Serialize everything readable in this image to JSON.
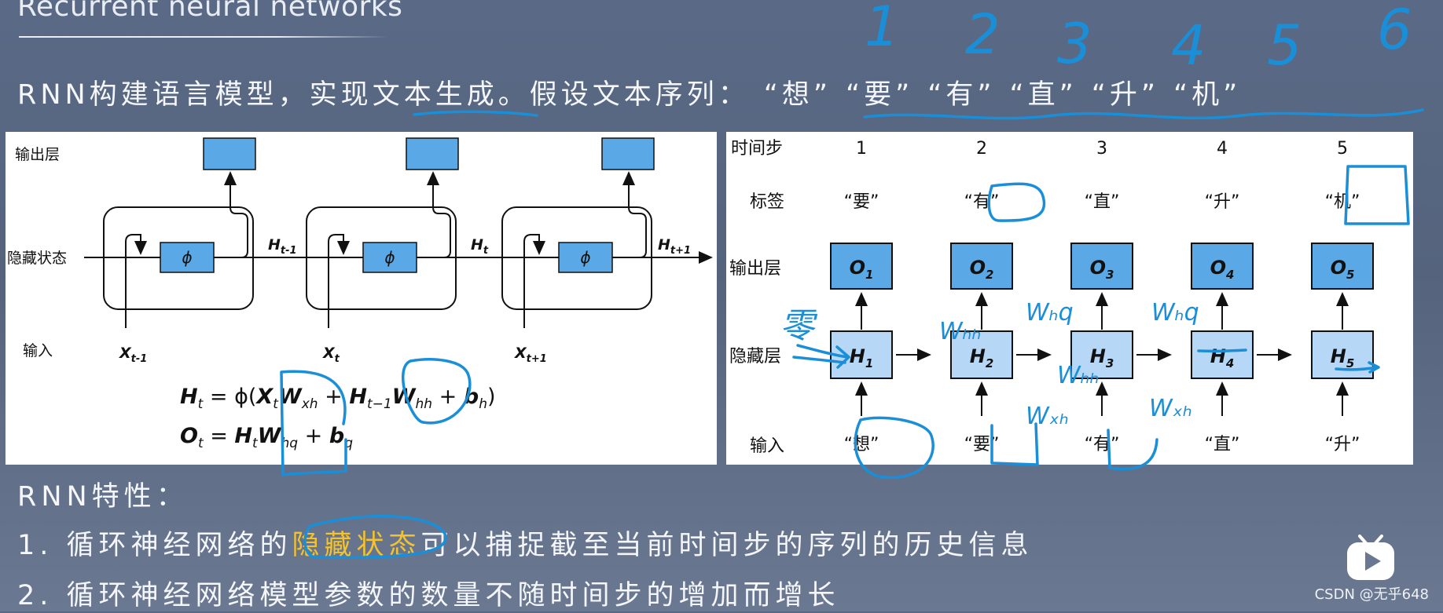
{
  "slide": {
    "title": "Recurrent neural networks",
    "intro_prefix": "RNN构建语言模型，实现",
    "intro_emph": "文本生成",
    "intro_suffix": "。假设文本序列：",
    "sequence": [
      "“想”",
      "“要”",
      "“有”",
      "“直”",
      "“升”",
      "“机”"
    ],
    "handwritten_numbers": [
      "1",
      "2",
      "3",
      "4",
      "5",
      "6"
    ],
    "properties_title": "RNN特性：",
    "prop1_prefix": "1. 循环神经网络的",
    "prop1_highlight": "隐藏状态",
    "prop1_suffix": "可以捕捉截至当前时间步的序列的历史信息",
    "prop2": "2. 循环神经网络模型参数的数量不随时间步的增加而增长",
    "watermark": "CSDN @无乎648"
  },
  "left_diagram": {
    "row_labels": {
      "output": "输出层",
      "hidden": "隐藏状态",
      "input": "输入"
    },
    "phi": "ϕ",
    "hidden_labels": [
      "H",
      "H",
      "H"
    ],
    "hidden_subs": [
      "t-1",
      "t",
      "t+1"
    ],
    "input_labels": [
      "X",
      "X",
      "X"
    ],
    "input_subs": [
      "t-1",
      "t",
      "t+1"
    ],
    "eq1": {
      "lhs": "H",
      "lhs_sub": "t",
      "eq": " = ϕ(",
      "x": "X",
      "x_sub": "t",
      "w1": "W",
      "w1_sub": "xh",
      "plus1": " + ",
      "h": "H",
      "h_sub": "t−1",
      "w2": "W",
      "w2_sub": "hh",
      "plus2": " + ",
      "b": "b",
      "b_sub": "h",
      "close": ")"
    },
    "eq2": {
      "lhs": "O",
      "lhs_sub": "t",
      "eq": " = ",
      "h": "H",
      "h_sub": "t",
      "w": "W",
      "w_sub": "hq",
      "plus": " + ",
      "b": "b",
      "b_sub": "q"
    }
  },
  "right_diagram": {
    "row_labels": {
      "time": "时间步",
      "label": "标签",
      "output": "输出层",
      "hidden": "隐藏层",
      "input": "输入"
    },
    "steps": [
      "1",
      "2",
      "3",
      "4",
      "5"
    ],
    "labels": [
      "“要”",
      "“有”",
      "“直”",
      "“升”",
      "“机”"
    ],
    "outputs": [
      "O",
      "O",
      "O",
      "O",
      "O"
    ],
    "hidden": [
      "H",
      "H",
      "H",
      "H",
      "H"
    ],
    "subs": [
      "1",
      "2",
      "3",
      "4",
      "5"
    ],
    "inputs": [
      "“想”",
      "“要”",
      "“有”",
      "“直”",
      "“升”"
    ]
  },
  "handwriting": {
    "zero": "零",
    "w_hh": [
      "Wₕₕ",
      "Wₕₕ"
    ],
    "w_hq": [
      "Wₕq",
      "Wₕq"
    ],
    "w_xh": [
      "Wₓₕ",
      "Wₓₕ"
    ]
  },
  "colors": {
    "box_fill": "#5aa9e6",
    "hidden_fill": "#b7d7f7",
    "ink": "#1a8fd8",
    "highlight": "#f2c230"
  }
}
